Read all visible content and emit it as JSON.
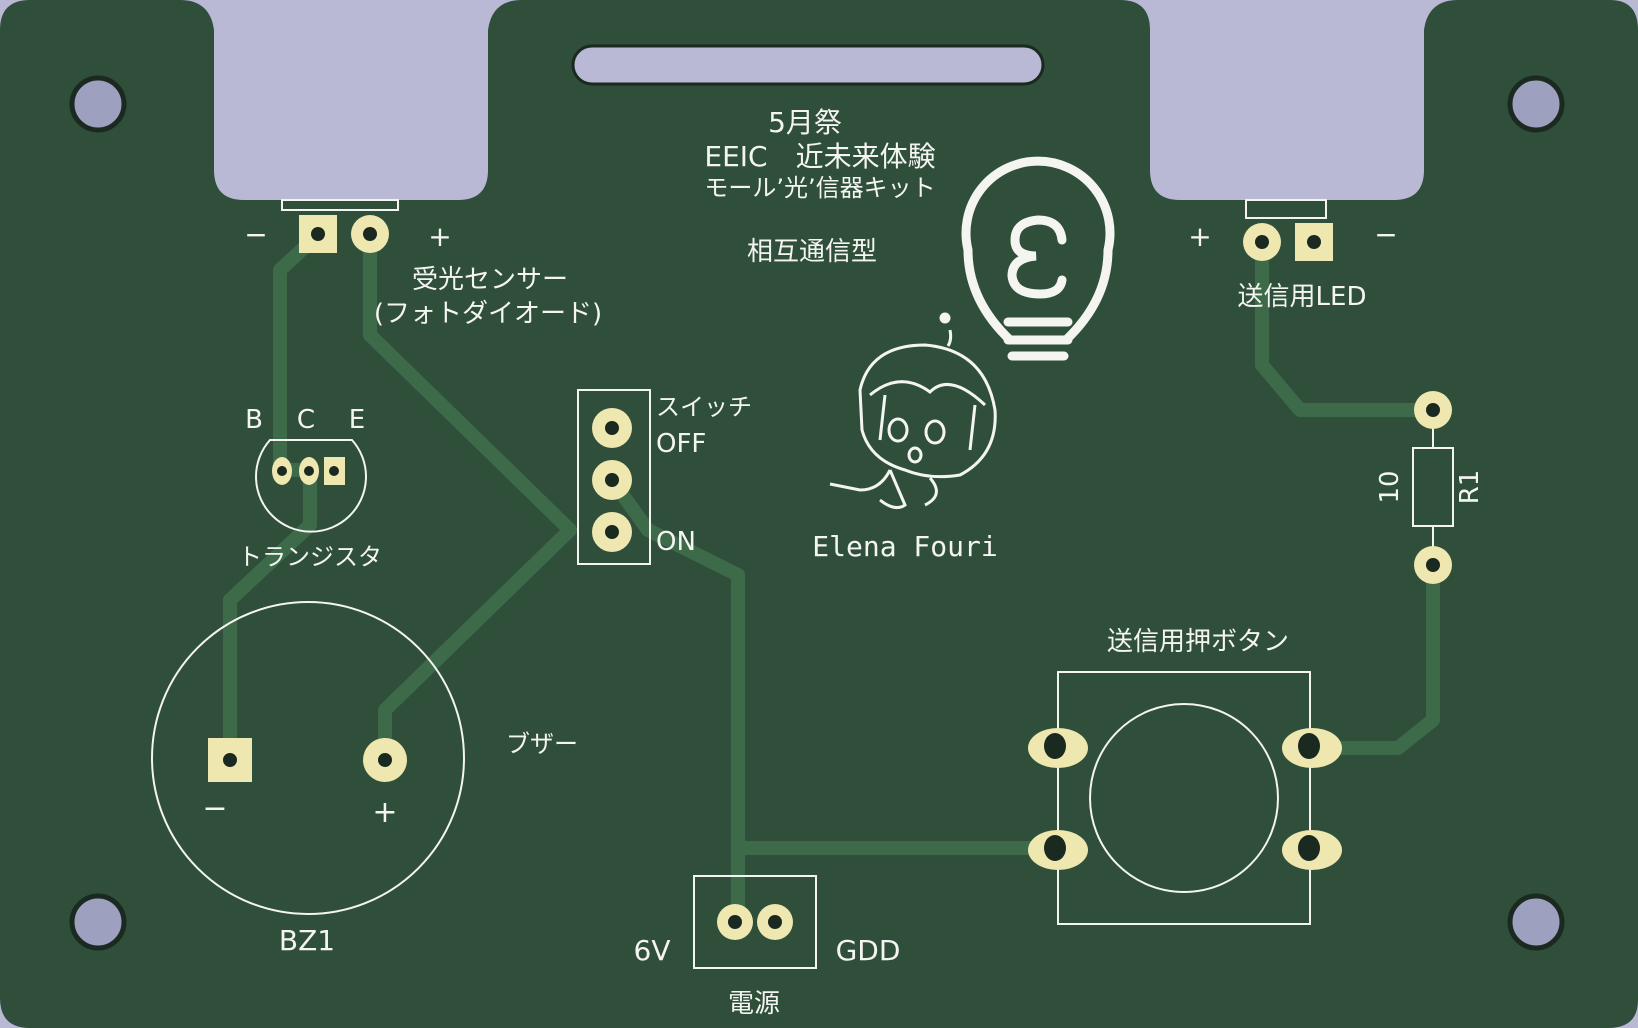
{
  "colors": {
    "background": "#b9b9d6",
    "board": "#2f4f3a",
    "trace": "#3d6b49",
    "silkscreen": "#f4f4f0",
    "pad": "#efe7b0",
    "hole": "#9ea0c0"
  },
  "header": {
    "line1": "5月祭",
    "line2": "EEIC　近未来体験",
    "line3": "モール’光’信器キット",
    "type": "相互通信型"
  },
  "photodiode": {
    "label": "受光センサー",
    "sublabel": "(フォトダイオード)",
    "minus": "−",
    "plus": "+"
  },
  "led": {
    "label": "送信用LED",
    "plus": "+",
    "minus": "−"
  },
  "transistor": {
    "pin_b": "B",
    "pin_c": "C",
    "pin_e": "E",
    "label": "トランジスタ"
  },
  "switch": {
    "label": "スイッチ",
    "off": "OFF",
    "on": "ON"
  },
  "mascot": {
    "name": "Elena Fouri"
  },
  "resistor": {
    "ref": "R1",
    "value": "10"
  },
  "button": {
    "label": "送信用押ボタン"
  },
  "buzzer": {
    "label": "ブザー",
    "ref": "BZ1",
    "minus": "−",
    "plus": "+"
  },
  "power": {
    "label": "電源",
    "left": "6V",
    "right": "GDD"
  },
  "icons": [
    "lightbulb-icon",
    "mascot-illustration"
  ]
}
